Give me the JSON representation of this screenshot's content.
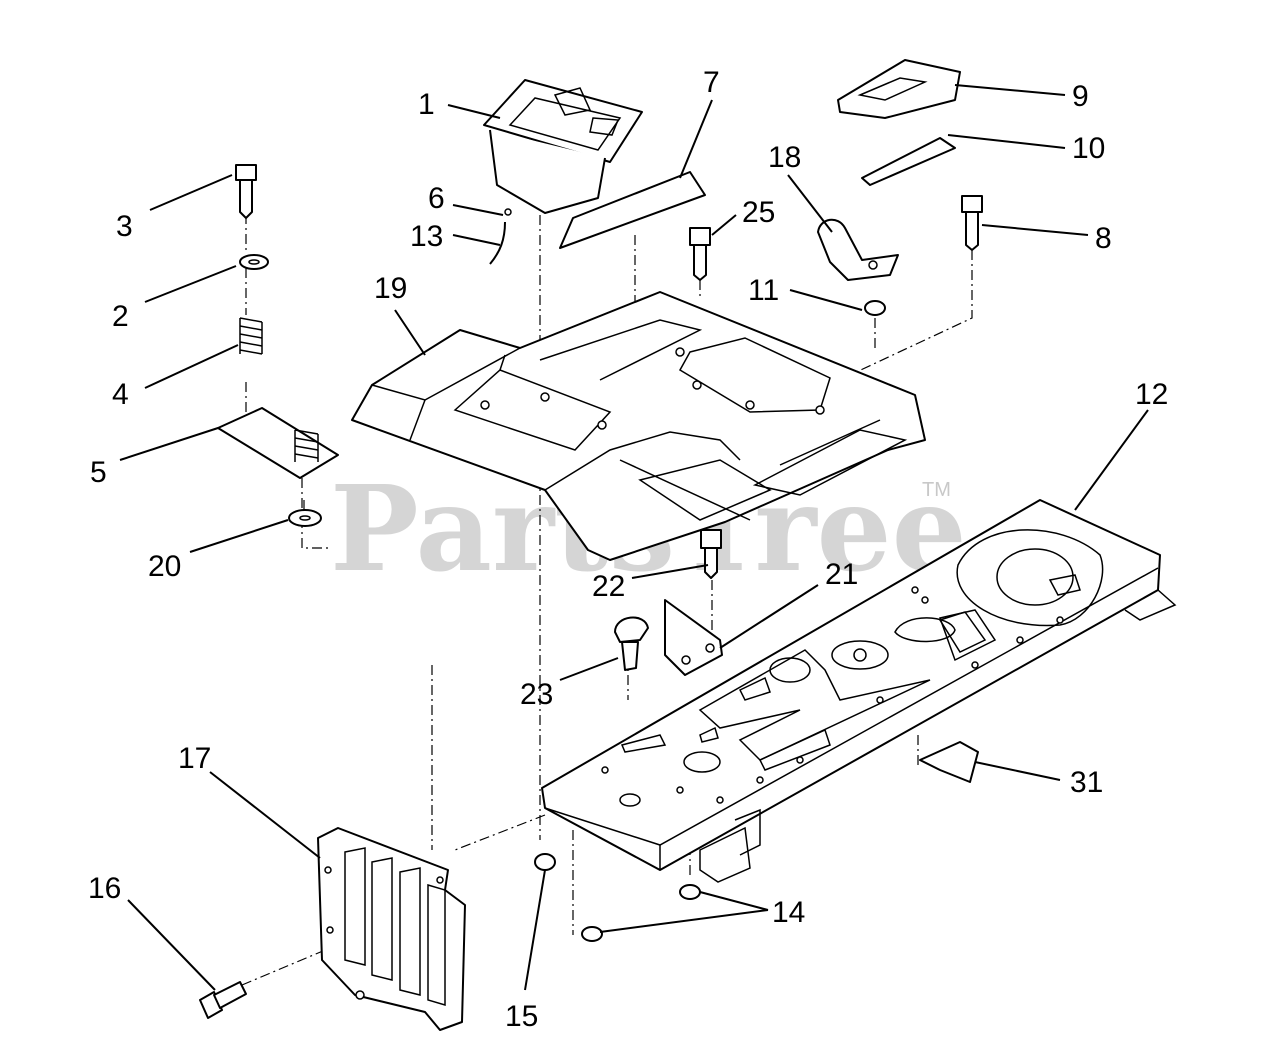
{
  "watermark": {
    "brand": "PartsTree",
    "tm": "TM"
  },
  "callouts": [
    {
      "id": "1",
      "label": "1"
    },
    {
      "id": "2",
      "label": "2"
    },
    {
      "id": "3",
      "label": "3"
    },
    {
      "id": "4",
      "label": "4"
    },
    {
      "id": "5",
      "label": "5"
    },
    {
      "id": "6",
      "label": "6"
    },
    {
      "id": "7",
      "label": "7"
    },
    {
      "id": "8",
      "label": "8"
    },
    {
      "id": "9",
      "label": "9"
    },
    {
      "id": "10",
      "label": "10"
    },
    {
      "id": "11",
      "label": "11"
    },
    {
      "id": "12",
      "label": "12"
    },
    {
      "id": "13",
      "label": "13"
    },
    {
      "id": "14",
      "label": "14"
    },
    {
      "id": "15",
      "label": "15"
    },
    {
      "id": "16",
      "label": "16"
    },
    {
      "id": "17",
      "label": "17"
    },
    {
      "id": "18",
      "label": "18"
    },
    {
      "id": "19",
      "label": "19"
    },
    {
      "id": "20",
      "label": "20"
    },
    {
      "id": "21",
      "label": "21"
    },
    {
      "id": "22",
      "label": "22"
    },
    {
      "id": "23",
      "label": "23"
    },
    {
      "id": "25",
      "label": "25"
    },
    {
      "id": "31",
      "label": "31"
    }
  ]
}
